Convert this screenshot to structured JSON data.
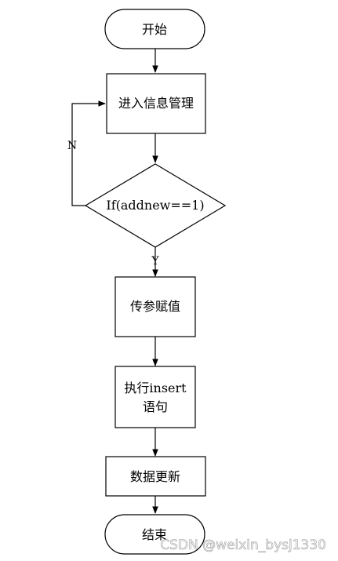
{
  "flowchart": {
    "nodes": {
      "start": "开始",
      "enter_info": "进入信息管理",
      "condition": "If(addnew==1)",
      "pass_params": "传参赋值",
      "exec_insert_line1": "执行insert",
      "exec_insert_line2": "语句",
      "update_data": "数据更新",
      "end": "结束"
    },
    "edges": {
      "no_label": "N",
      "yes_label": "Y"
    }
  },
  "watermark": "CSDN @weixin_bysj1330",
  "colors": {
    "stroke": "#000000",
    "background": "#ffffff"
  }
}
